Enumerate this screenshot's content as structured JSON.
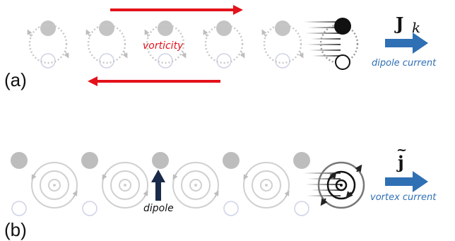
{
  "panel_a": {
    "label": "(a)",
    "vorticity_label": "vorticity",
    "current_symbol": "J",
    "current_subscript": "k",
    "current_label": "dipole current"
  },
  "panel_b": {
    "label": "(b)",
    "dipole_label": "dipole",
    "current_symbol": "j",
    "current_label": "vortex current"
  },
  "colors": {
    "red_arrow": "#e3121b",
    "blue_arrow": "#2f6fb4",
    "faded_gray": "#c4c4c4",
    "filled_gray": "#bdbdbd",
    "dark": "#111111"
  }
}
